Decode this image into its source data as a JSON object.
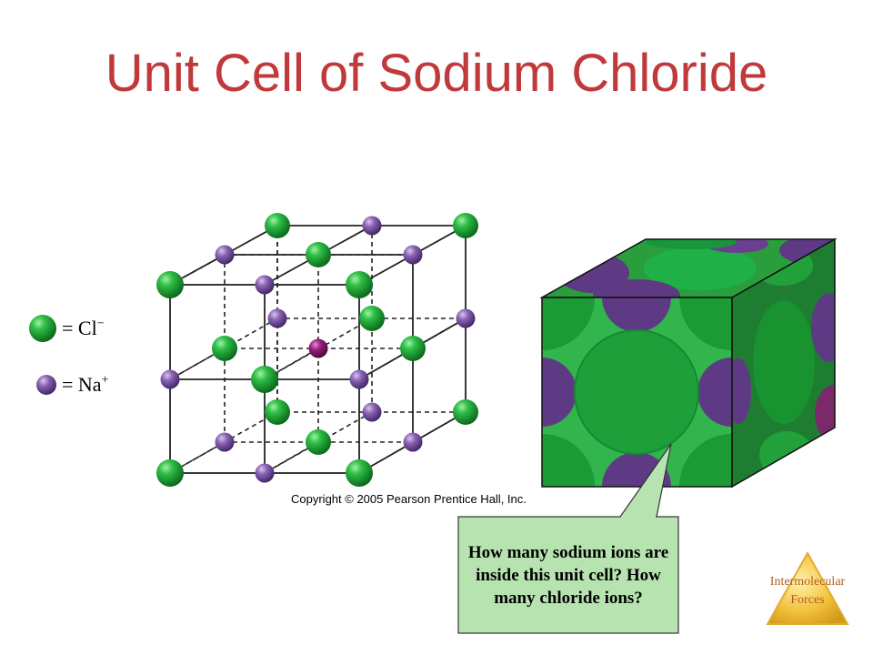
{
  "title": "Unit Cell of Sodium Chloride",
  "legend": {
    "chloride_label": "= Cl",
    "chloride_charge": "−",
    "sodium_label": "= Na",
    "sodium_charge": "+"
  },
  "copyright": "Copyright © 2005 Pearson Prentice Hall, Inc.",
  "callout": "How many sodium ions are inside this unit cell? How many chloride ions?",
  "corner_label": {
    "line1": "Intermolecular",
    "line2": "Forces"
  },
  "colors": {
    "title": "#c0393b",
    "chloride": "#1fa33a",
    "sodium": "#7a4fa0",
    "center_ion": "#8a1a6e",
    "callout_bg": "#b7e3b0",
    "corner_triangle": "#f2c23c"
  }
}
